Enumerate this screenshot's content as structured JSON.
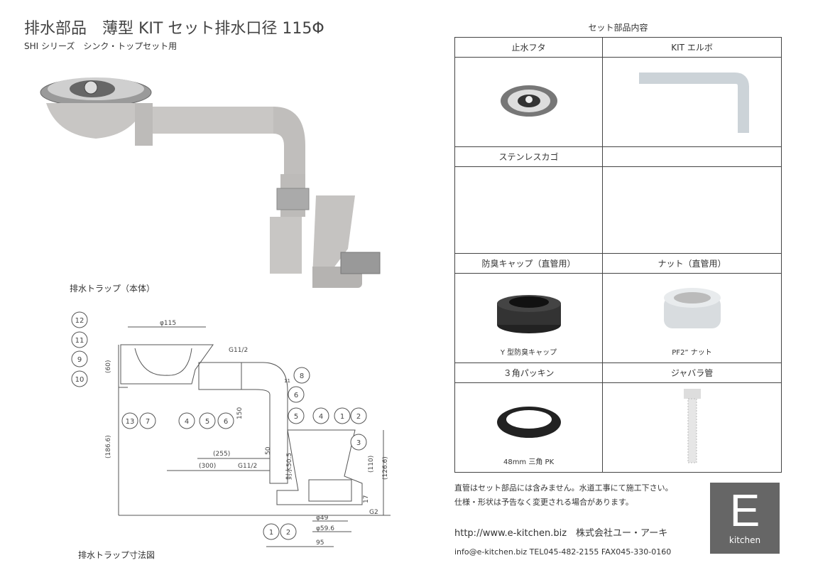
{
  "header": {
    "title": "排水部品　薄型 KIT セット排水口径 115Φ",
    "subtitle": "SHI シリーズ　シンク・トップセット用"
  },
  "photo_label": "排水トラップ（本体）",
  "diagram": {
    "caption": "排水トラップ寸法図",
    "dims": {
      "d115": "φ115",
      "g1": "G11/2",
      "g2": "G11/2",
      "g3": "G2",
      "h60": "(60)",
      "h186": "(186.6)",
      "h150": "150",
      "w255": "(255)",
      "w300": "(300)",
      "h50": "50",
      "seal": "封水50.5",
      "h110": "(110)",
      "h126": "(126.6)",
      "h17": "17",
      "d49": "φ49",
      "d59": "φ59.6",
      "w95": "95",
      "t11": "11"
    },
    "callouts": [
      "12",
      "11",
      "9",
      "10",
      "13",
      "7",
      "4",
      "5",
      "6",
      "8",
      "6",
      "5",
      "4",
      "1",
      "2",
      "3",
      "1",
      "2"
    ]
  },
  "set": {
    "title": "セット部品内容",
    "items": [
      {
        "name": "止水フタ",
        "caption": ""
      },
      {
        "name": "KIT エルボ",
        "caption": ""
      },
      {
        "name": "ステンレスカゴ",
        "caption": ""
      },
      {
        "name": "",
        "caption": ""
      },
      {
        "name": "防臭キャップ（直管用）",
        "caption": "Y 型防臭キャップ"
      },
      {
        "name": "ナット（直管用）",
        "caption": "PF2” ナット"
      },
      {
        "name": "３角パッキン",
        "caption": "48mm 三角 PK"
      },
      {
        "name": "ジャバラ管",
        "caption": ""
      }
    ]
  },
  "notes": [
    "直管はセット部品には含みません。水道工事にて施工下さい。",
    "仕様・形状は予告なく変更される場合があります。"
  ],
  "contact": {
    "url": "http://www.e-kitchen.biz",
    "company": "株式会社ユー・アーキ",
    "line2": "info@e-kitchen.biz  TEL045-482-2155 FAX045-330-0160"
  },
  "logo": {
    "letter": "E",
    "word": "kitchen"
  }
}
